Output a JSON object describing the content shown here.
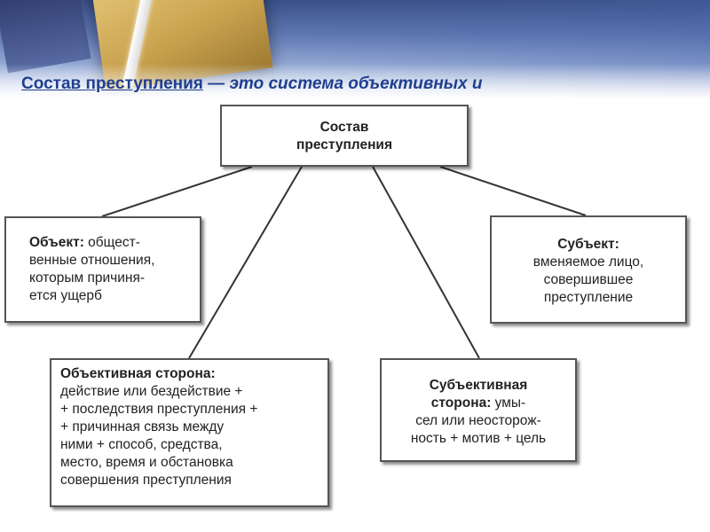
{
  "heading": {
    "term": "Состав преступления",
    "rest": " — это система объективных и"
  },
  "diagram": {
    "root": {
      "line1": "Состав",
      "line2": "преступления"
    },
    "object": {
      "label": "Объект:",
      "text1": " общест-",
      "lines": [
        "венные отношения,",
        "которым причиня-",
        "ется ущерб"
      ]
    },
    "subject": {
      "label": "Субъект:",
      "lines": [
        "вменяемое лицо,",
        "совершившее",
        "преступление"
      ]
    },
    "objective_side": {
      "label": "Объективная сторона:",
      "lines": [
        "действие или бездействие +",
        "+ последствия преступления +",
        "+ причинная связь между",
        "ними + способ, средства,",
        "место, время и обстановка",
        "совершения преступления"
      ]
    },
    "subjective_side": {
      "label1": "Субъективная",
      "label2": "сторона:",
      "text2": " умы-",
      "lines": [
        "сел или неосторож-",
        "ность + мотив + цель"
      ]
    }
  }
}
